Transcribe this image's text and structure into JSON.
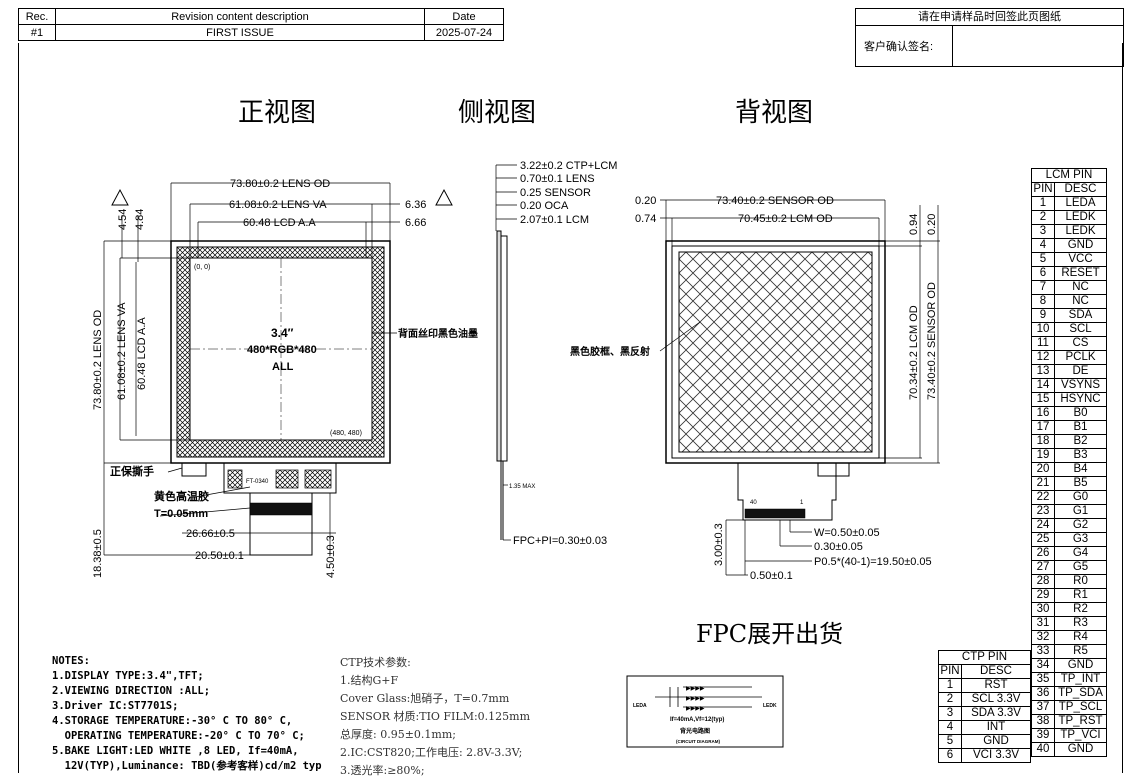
{
  "revision": {
    "headers": [
      "Rec.",
      "Revision content description",
      "Date"
    ],
    "row": [
      "#1",
      "FIRST ISSUE",
      "2025-07-24"
    ]
  },
  "confirm": {
    "title": "请在申请样品时回签此页图纸",
    "label": "客户确认签名:"
  },
  "views": {
    "front": "正视图",
    "side": "侧视图",
    "back": "背视图"
  },
  "front_dims": {
    "lens_od": "73.80±0.2 LENS OD",
    "lens_va": "61.08±0.2 LENS VA",
    "lcd_aa": "60.48 LCD A.A",
    "d636": "6.36",
    "d666": "6.66",
    "d454": "4.54",
    "d484": "4.84",
    "v_lens_od": "73.80±0.2 LENS OD",
    "v_lens_va": "61.08±0.2 LENS VA",
    "v_lcd_aa": "60.48 LCD A.A",
    "origin": "(0, 0)",
    "corner": "(480, 480)",
    "size": "3.4″",
    "res": "480*RGB*480",
    "all": "ALL",
    "silk": "背面丝印黑色油墨",
    "peel": "正保撕手",
    "tape": "黄色高温胶",
    "tape_t": "T=0.05mm",
    "fpc_code": "FT-0340",
    "w2666": "26.66±0.5",
    "w2050": "20.50±0.1",
    "h1838": "18.38±0.5",
    "h450": "4.50±0.3"
  },
  "side_dims": {
    "ctp_lcm": "3.22±0.2 CTP+LCM",
    "lens": "0.70±0.1 LENS",
    "sensor": "0.25 SENSOR",
    "oca": "0.20 OCA",
    "lcm": "2.07±0.1 LCM",
    "max": "1.35 MAX",
    "fpc_pi": "FPC+PI=0.30±0.03"
  },
  "back_dims": {
    "d020": "0.20",
    "d074": "0.74",
    "sensor_od": "73.40±0.2 SENSOR OD",
    "lcm_od": "70.45±0.2 LCM OD",
    "v094": "0.94",
    "v020": "0.20",
    "v_lcm_od": "70.34±0.2 LCM OD",
    "v_sensor_od": "73.40±0.2 SENSOR OD",
    "black": "黑色胶框、黑反射",
    "fpc_w": "W=0.50±0.05",
    "fpc_g": "0.30±0.05",
    "fpc_p": "P0.5*(40-1)=19.50±0.05",
    "fpc_h": "3.00±0.3",
    "fpc_e": "0.50±0.1",
    "pin40": "40",
    "pin1": "1"
  },
  "fpc_ship": "FPC展开出货",
  "circuit": {
    "leda": "LEDA",
    "ledk": "LEDK",
    "cond": "If=40mA,Vf=12(typ)",
    "name": "背光电路图",
    "sub": "(CIRCUIT DIAGRAM)"
  },
  "lcm_pin": {
    "title": "LCM PIN",
    "headers": [
      "PIN",
      "DESC"
    ],
    "rows": [
      [
        "1",
        "LEDA"
      ],
      [
        "2",
        "LEDK"
      ],
      [
        "3",
        "LEDK"
      ],
      [
        "4",
        "GND"
      ],
      [
        "5",
        "VCC"
      ],
      [
        "6",
        "RESET"
      ],
      [
        "7",
        "NC"
      ],
      [
        "8",
        "NC"
      ],
      [
        "9",
        "SDA"
      ],
      [
        "10",
        "SCL"
      ],
      [
        "11",
        "CS"
      ],
      [
        "12",
        "PCLK"
      ],
      [
        "13",
        "DE"
      ],
      [
        "14",
        "VSYNS"
      ],
      [
        "15",
        "HSYNC"
      ],
      [
        "16",
        "B0"
      ],
      [
        "17",
        "B1"
      ],
      [
        "18",
        "B2"
      ],
      [
        "19",
        "B3"
      ],
      [
        "20",
        "B4"
      ],
      [
        "21",
        "B5"
      ],
      [
        "22",
        "G0"
      ],
      [
        "23",
        "G1"
      ],
      [
        "24",
        "G2"
      ],
      [
        "25",
        "G3"
      ],
      [
        "26",
        "G4"
      ],
      [
        "27",
        "G5"
      ],
      [
        "28",
        "R0"
      ],
      [
        "29",
        "R1"
      ],
      [
        "30",
        "R2"
      ],
      [
        "31",
        "R3"
      ],
      [
        "32",
        "R4"
      ],
      [
        "33",
        "R5"
      ],
      [
        "34",
        "GND"
      ],
      [
        "35",
        "TP_INT"
      ],
      [
        "36",
        "TP_SDA"
      ],
      [
        "37",
        "TP_SCL"
      ],
      [
        "38",
        "TP_RST"
      ],
      [
        "39",
        "TP_VCI"
      ],
      [
        "40",
        "GND"
      ]
    ]
  },
  "ctp_pin": {
    "title": "CTP PIN",
    "headers": [
      "PIN",
      "DESC"
    ],
    "rows": [
      [
        "1",
        "RST"
      ],
      [
        "2",
        "SCL 3.3V"
      ],
      [
        "3",
        "SDA 3.3V"
      ],
      [
        "4",
        "INT"
      ],
      [
        "5",
        "GND"
      ],
      [
        "6",
        "VCI 3.3V"
      ]
    ]
  },
  "notes": {
    "title": "NOTES:",
    "lines": [
      "1.DISPLAY TYPE:3.4\",TFT;",
      "2.VIEWING DIRECTION :ALL;",
      "3.Driver IC:ST7701S;",
      "4.STORAGE TEMPERATURE:-30° C TO 80° C,",
      "  OPERATING TEMPERATURE:-20° C TO 70° C;",
      "5.BAKE LIGHT:LED WHITE ,8 LED, If=40mA,",
      "  12V(TYP),Luminance: TBD(参考客样)cd/m2 typ"
    ]
  },
  "ctp_spec": {
    "title": "CTP技术参数:",
    "lines": [
      "1.结构G+F",
      "Cover Glass:旭硝子，T=0.7mm",
      "SENSOR 材质:TIO FILM:0.125mm",
      "总厚度: 0.95±0.1mm;",
      "2.IC:CST820;工作电压: 2.8V-3.3V;",
      "3.透光率:≥80%;"
    ]
  }
}
